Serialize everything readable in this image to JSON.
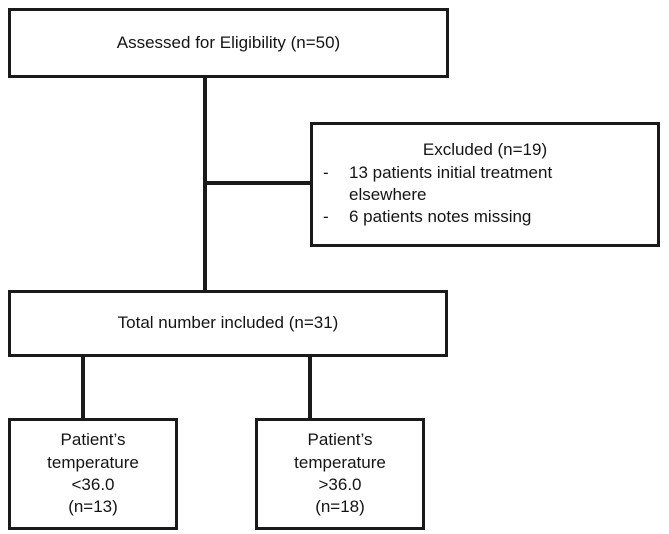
{
  "diagram": {
    "title": "Patient selection flow diagram",
    "line_color": "#1a1a1a",
    "background_color": "#ffffff",
    "text_color": "#141414"
  },
  "nodes": {
    "assessed": {
      "label": "Assessed for Eligibility (n=50)"
    },
    "excluded": {
      "title": "Excluded (n=19)",
      "items": [
        {
          "bullet": "-",
          "text": "13 patients initial treatment"
        },
        {
          "bullet": "",
          "text": "elsewhere"
        },
        {
          "bullet": "-",
          "text": "6 patients notes missing"
        }
      ]
    },
    "total": {
      "label": "Total number included (n=31)"
    },
    "temp_low": {
      "line1": "Patient’s",
      "line2": "temperature",
      "line3": "<36.0",
      "line4": "(n=13)"
    },
    "temp_high": {
      "line1": "Patient’s",
      "line2": "temperature",
      "line3": ">36.0",
      "line4": "(n=18)"
    }
  },
  "connectors": [
    {
      "name": "main-stem",
      "from": "assessed",
      "to": "total"
    },
    {
      "name": "to-excluded",
      "from": "main-stem",
      "to": "excluded"
    },
    {
      "name": "split-left",
      "from": "total",
      "to": "temp_low"
    },
    {
      "name": "split-right",
      "from": "total",
      "to": "temp_high"
    }
  ]
}
